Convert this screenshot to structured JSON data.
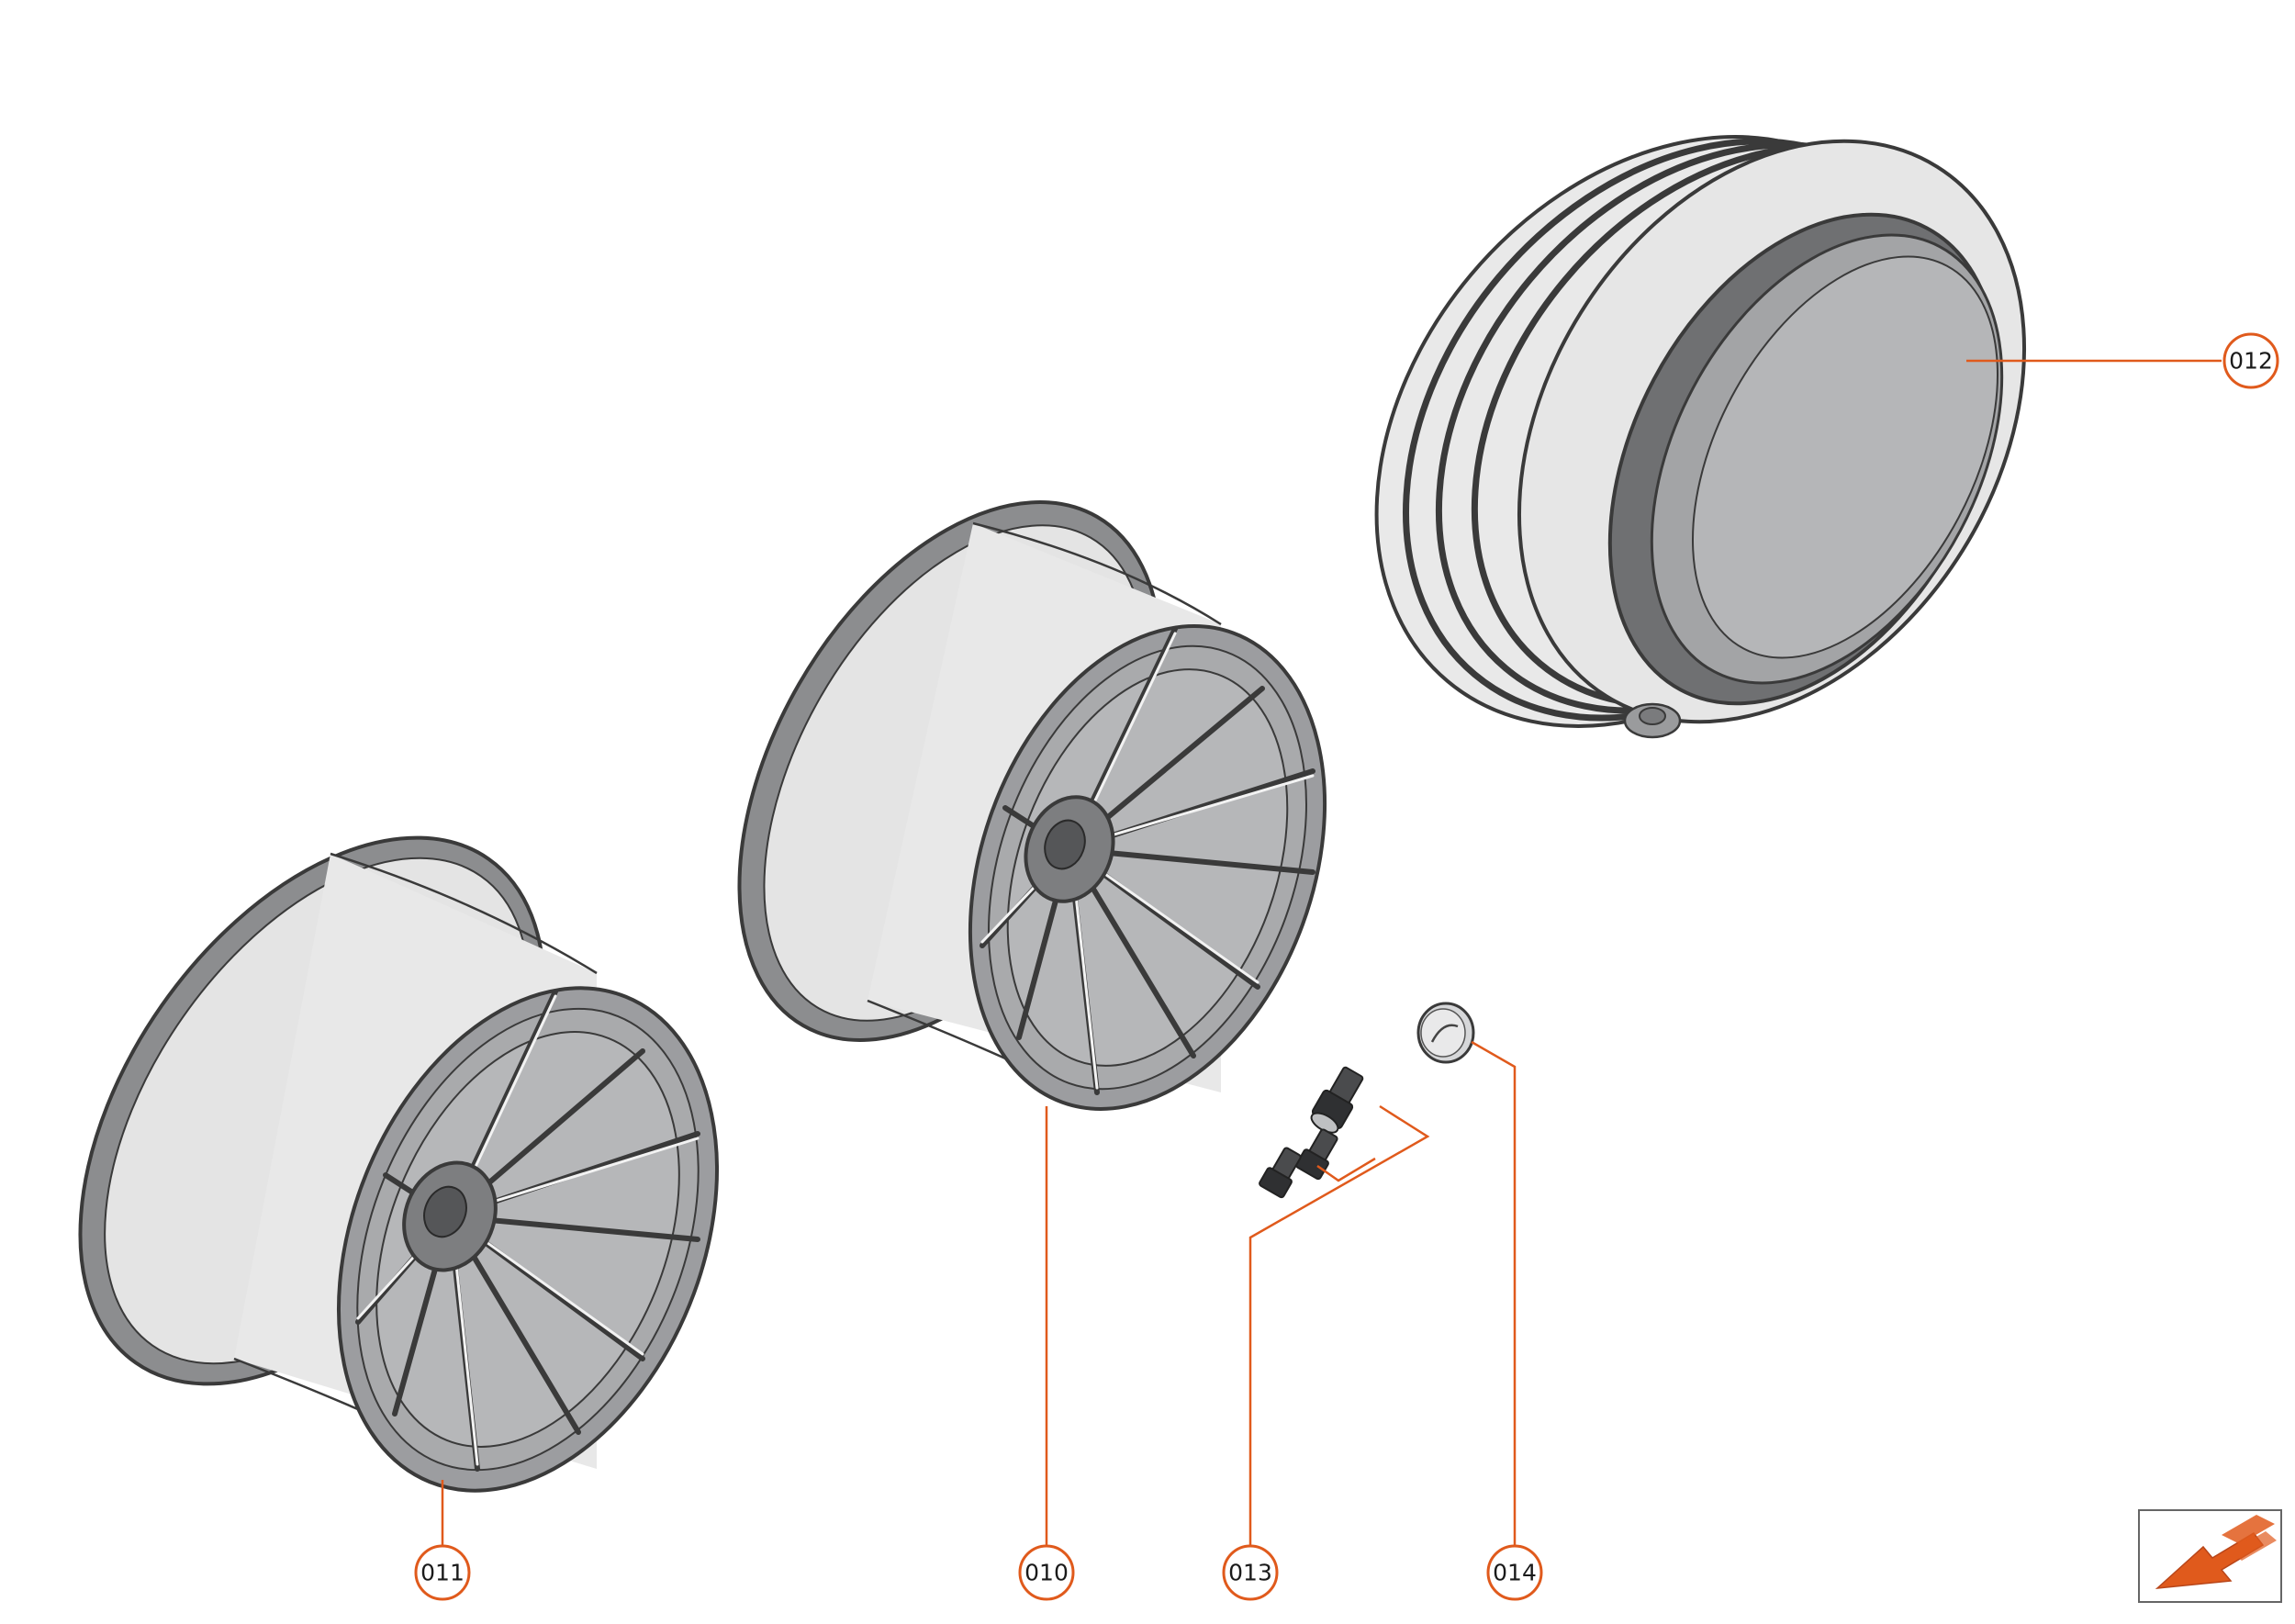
{
  "callouts": [
    {
      "id": "010",
      "label": "010"
    },
    {
      "id": "011",
      "label": "011"
    },
    {
      "id": "012",
      "label": "012"
    },
    {
      "id": "013",
      "label": "013"
    },
    {
      "id": "014",
      "label": "014"
    }
  ],
  "colors": {
    "accent": "#e05a1c",
    "outline": "#3a3a3a",
    "rim_gray": "#a7a8aa",
    "barrel_light": "#e6e6e6"
  },
  "icons": {
    "navigation": "view-direction-arrow-icon"
  }
}
